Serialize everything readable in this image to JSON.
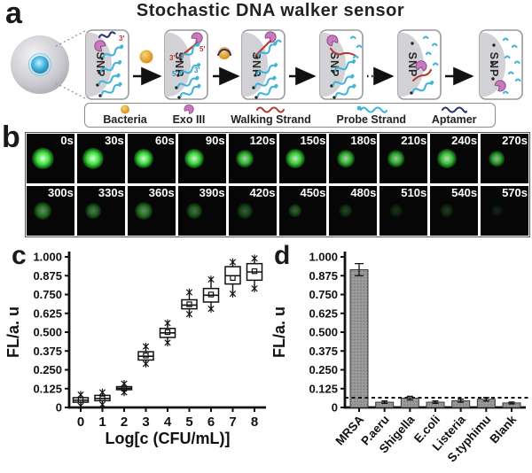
{
  "figure": {
    "title": "Stochastic DNA walker sensor",
    "panel_labels": {
      "a": "a",
      "b": "b",
      "c": "c",
      "d": "d"
    }
  },
  "colors": {
    "probe_strand": "#3fb4d8",
    "walking_strand": "#b23b30",
    "aptamer": "#2e3272",
    "exo_iii": "#c979bd",
    "bacteria": "#e59a1f",
    "snp_gray": "#d2d2d6",
    "dot_green": "#3ee03e",
    "bar_gray": "#9a9a9a"
  },
  "panel_a": {
    "snp_label": "SNP",
    "primes": {
      "s1_3": "3'",
      "s2_3": "3'",
      "s2_5": "5'",
      "s2_5b": "5'",
      "s2_3b": "3'"
    },
    "legend_items": [
      {
        "icon": "bacteria-icon",
        "label": "Bacteria"
      },
      {
        "icon": "exo-iii-icon",
        "label": "Exo III"
      },
      {
        "icon": "walking-strand-icon",
        "label": "Walking Strand"
      },
      {
        "icon": "probe-strand-icon",
        "label": "Probe Strand"
      },
      {
        "icon": "aptamer-icon",
        "label": "Aptamer"
      }
    ]
  },
  "panel_b": {
    "frames": [
      {
        "label": "0s",
        "brightness": 1.0,
        "size": 11
      },
      {
        "label": "30s",
        "brightness": 1.0,
        "size": 11
      },
      {
        "label": "60s",
        "brightness": 0.97,
        "size": 10
      },
      {
        "label": "90s",
        "brightness": 0.95,
        "size": 10
      },
      {
        "label": "120s",
        "brightness": 0.8,
        "size": 9
      },
      {
        "label": "150s",
        "brightness": 0.9,
        "size": 10
      },
      {
        "label": "180s",
        "brightness": 0.8,
        "size": 9
      },
      {
        "label": "210s",
        "brightness": 0.75,
        "size": 9
      },
      {
        "label": "240s",
        "brightness": 0.85,
        "size": 10
      },
      {
        "label": "270s",
        "brightness": 0.7,
        "size": 8
      },
      {
        "label": "300s",
        "brightness": 0.5,
        "size": 9
      },
      {
        "label": "330s",
        "brightness": 0.42,
        "size": 8
      },
      {
        "label": "360s",
        "brightness": 0.5,
        "size": 9
      },
      {
        "label": "390s",
        "brightness": 0.38,
        "size": 8
      },
      {
        "label": "420s",
        "brightness": 0.3,
        "size": 8
      },
      {
        "label": "450s",
        "brightness": 0.32,
        "size": 7
      },
      {
        "label": "480s",
        "brightness": 0.22,
        "size": 7
      },
      {
        "label": "510s",
        "brightness": 0.15,
        "size": 7
      },
      {
        "label": "540s",
        "brightness": 0.18,
        "size": 7
      },
      {
        "label": "570s",
        "brightness": 0.1,
        "size": 6
      }
    ]
  },
  "chart_data": [
    {
      "panel": "c",
      "type": "box",
      "xlabel": "Log[c (CFU/mL)]",
      "ylabel": "FL/a. u",
      "ylim": [
        0,
        1.0
      ],
      "ytick_step": 0.125,
      "yticks": [
        "0",
        "0.125",
        "0.250",
        "0.375",
        "0.500",
        "0.625",
        "0.750",
        "0.875",
        "1.000"
      ],
      "categories": [
        "0",
        "1",
        "2",
        "3",
        "4",
        "5",
        "6",
        "7",
        "8"
      ],
      "boxes": [
        {
          "low": 0.01,
          "q1": 0.035,
          "median": 0.048,
          "mean": 0.05,
          "q3": 0.065,
          "high": 0.085
        },
        {
          "low": 0.02,
          "q1": 0.045,
          "median": 0.06,
          "mean": 0.06,
          "q3": 0.08,
          "high": 0.1
        },
        {
          "low": 0.1,
          "q1": 0.118,
          "median": 0.127,
          "mean": 0.125,
          "q3": 0.138,
          "high": 0.158
        },
        {
          "low": 0.29,
          "q1": 0.315,
          "median": 0.34,
          "mean": 0.345,
          "q3": 0.37,
          "high": 0.405
        },
        {
          "low": 0.43,
          "q1": 0.465,
          "median": 0.495,
          "mean": 0.5,
          "q3": 0.525,
          "high": 0.56
        },
        {
          "low": 0.62,
          "q1": 0.655,
          "median": 0.68,
          "mean": 0.685,
          "q3": 0.715,
          "high": 0.765
        },
        {
          "low": 0.655,
          "q1": 0.7,
          "median": 0.745,
          "mean": 0.75,
          "q3": 0.79,
          "high": 0.85
        },
        {
          "low": 0.755,
          "q1": 0.82,
          "median": 0.875,
          "mean": 0.86,
          "q3": 0.935,
          "high": 0.965
        },
        {
          "low": 0.79,
          "q1": 0.845,
          "median": 0.9,
          "mean": 0.905,
          "q3": 0.955,
          "high": 0.99
        }
      ]
    },
    {
      "panel": "d",
      "type": "bar",
      "ylabel": "FL/a. u",
      "ylim": [
        0,
        1.0
      ],
      "ytick_step": 0.125,
      "yticks": [
        "0",
        "0.125",
        "0.250",
        "0.375",
        "0.500",
        "0.625",
        "0.750",
        "0.875",
        "1.000"
      ],
      "categories": [
        "MRSA",
        "P.aeru",
        "Shigella",
        "E.coli",
        "Listeria",
        "S.typhimu",
        "Blank"
      ],
      "values": [
        0.915,
        0.035,
        0.062,
        0.035,
        0.045,
        0.055,
        0.03
      ],
      "errors": [
        0.04,
        0.008,
        0.012,
        0.008,
        0.01,
        0.012,
        0.006
      ],
      "threshold_line": 0.065
    }
  ]
}
